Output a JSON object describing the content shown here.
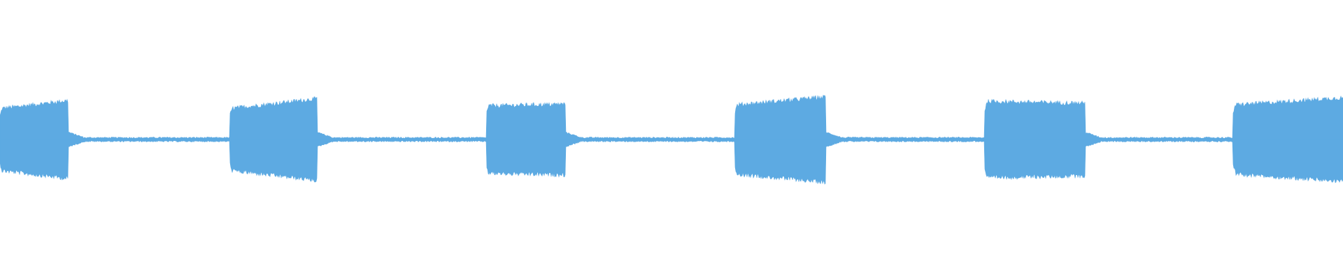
{
  "waveform": {
    "color": "#5DAAE2",
    "background": "#FFFFFF",
    "duration_fraction_segments": [
      {
        "name": "burst-1",
        "start": 0.0,
        "end": 0.051,
        "level_start": 0.34,
        "level_end": 0.43
      },
      {
        "name": "burst-2",
        "start": 0.171,
        "end": 0.236,
        "level_start": 0.34,
        "level_end": 0.45
      },
      {
        "name": "burst-3",
        "start": 0.362,
        "end": 0.421,
        "level_start": 0.37,
        "level_end": 0.39
      },
      {
        "name": "burst-4",
        "start": 0.547,
        "end": 0.615,
        "level_start": 0.38,
        "level_end": 0.47
      },
      {
        "name": "burst-5",
        "start": 0.733,
        "end": 0.808,
        "level_start": 0.42,
        "level_end": 0.4
      },
      {
        "name": "burst-6",
        "start": 0.918,
        "end": 1.0,
        "level_start": 0.38,
        "level_end": 0.46
      }
    ],
    "silence_level": 0.02,
    "ringing_level": 0.06
  }
}
